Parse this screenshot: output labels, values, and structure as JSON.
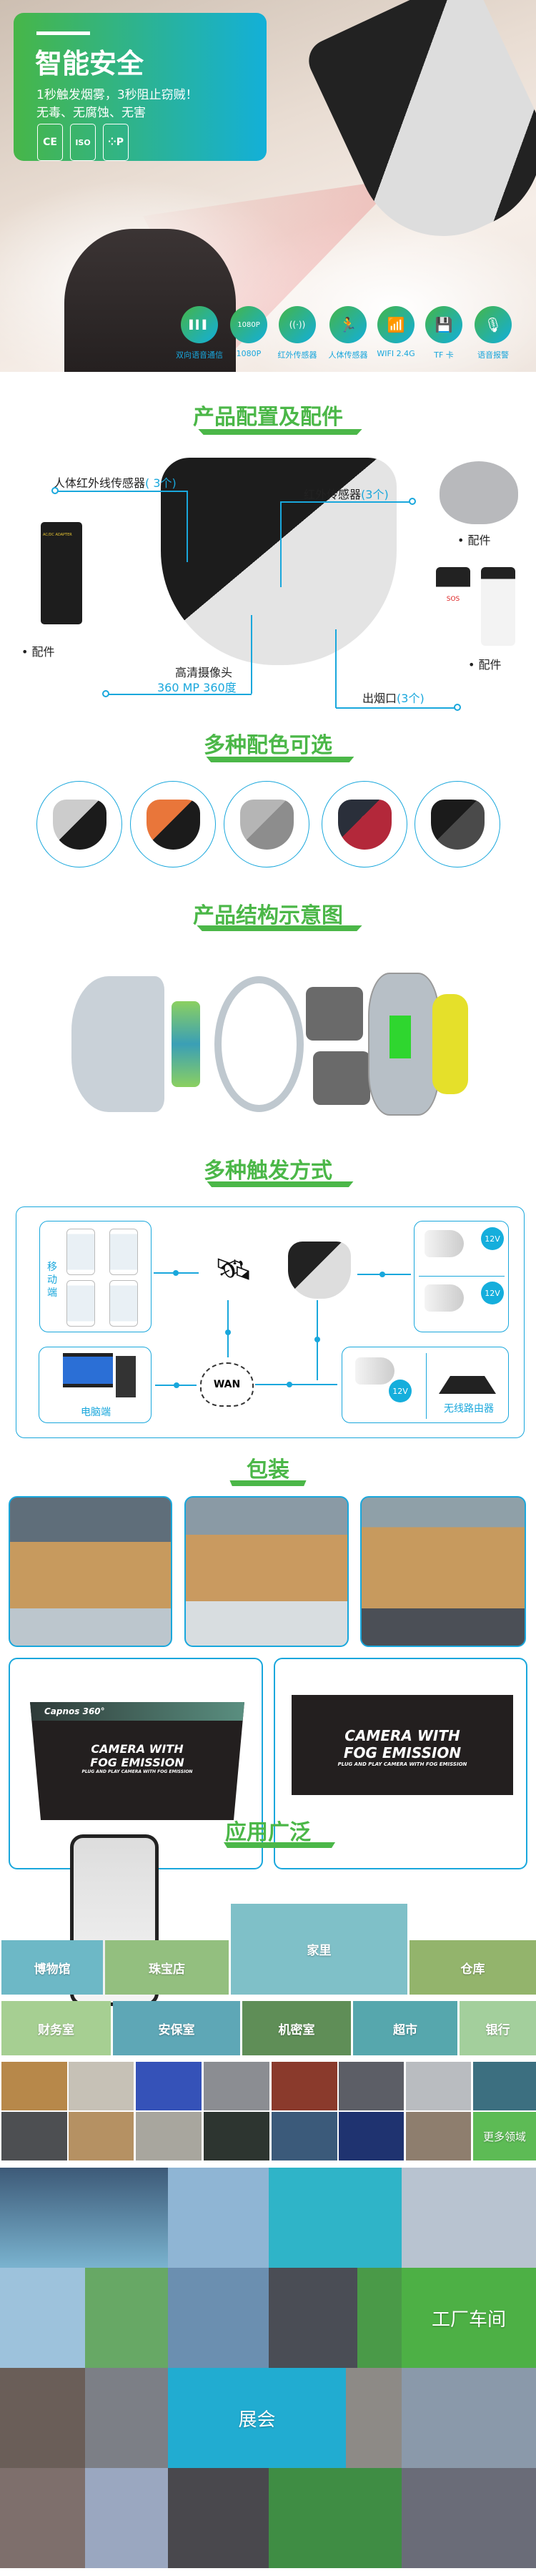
{
  "hero": {
    "title": "智能安全",
    "line1": "1秒触发烟雾，3秒阻止窃贼！",
    "line2": "无毒、无腐蚀、无害",
    "certs": [
      "CE",
      "ISO",
      "⁘P"
    ],
    "features": [
      {
        "icon": "soundwave-icon",
        "glyph": "▌▍▌",
        "label": "双向语音通信"
      },
      {
        "icon": "1080p-icon",
        "glyph": "1080P",
        "label": "1080P"
      },
      {
        "icon": "infrared-icon",
        "glyph": "((·))",
        "label": "红外传感器"
      },
      {
        "icon": "human-sensor-icon",
        "glyph": "🏃",
        "label": "人体传感器"
      },
      {
        "icon": "wifi-icon",
        "glyph": "📶",
        "label": "WIFI 2.4G"
      },
      {
        "icon": "tf-card-icon",
        "glyph": "💾",
        "label": "TF 卡"
      },
      {
        "icon": "microphone-icon",
        "glyph": "🎙",
        "label": "语音报警"
      }
    ]
  },
  "config": {
    "title": "产品配置及配件",
    "pir_label": "人体红外线传感器",
    "pir_count": "( 3个)",
    "ir_label": "红外传感器",
    "ir_count": "(3个)",
    "camera_label": "高清摄像头",
    "camera_spec": "360 MP 360度",
    "smoke_label": "出烟口",
    "smoke_count": "(3个)",
    "accessory": "• 配件",
    "adapter_text": "AC/DC ADAPTER",
    "remote_text": "SOS"
  },
  "colors": {
    "title": "多种配色可选",
    "options": [
      "#c9c9c9",
      "#e9763a",
      "#b5b5b5",
      "#b3283a",
      "#3a3a3a"
    ]
  },
  "structure": {
    "title": "产品结构示意图"
  },
  "trigger": {
    "title": "多种触发方式",
    "mobile": "移动端",
    "pc": "电脑端",
    "wan": "WAN",
    "router": "无线路由器",
    "voltage": "12V"
  },
  "packaging": {
    "title": "包装",
    "brand": "Capnos 360°",
    "box_line1": "CAMERA WITH",
    "box_line2": "FOG EMISSION",
    "box_sub": "PLUG AND PLAY CAMERA WITH FOG EMISSION"
  },
  "application": {
    "title": "应用广泛",
    "scenes": [
      "博物馆",
      "珠宝店",
      "家里",
      "仓库",
      "财务室",
      "安保室",
      "机密室",
      "超市",
      "银行"
    ],
    "more": "更多领域",
    "factory": "工厂车间",
    "exhibition": "展会"
  }
}
